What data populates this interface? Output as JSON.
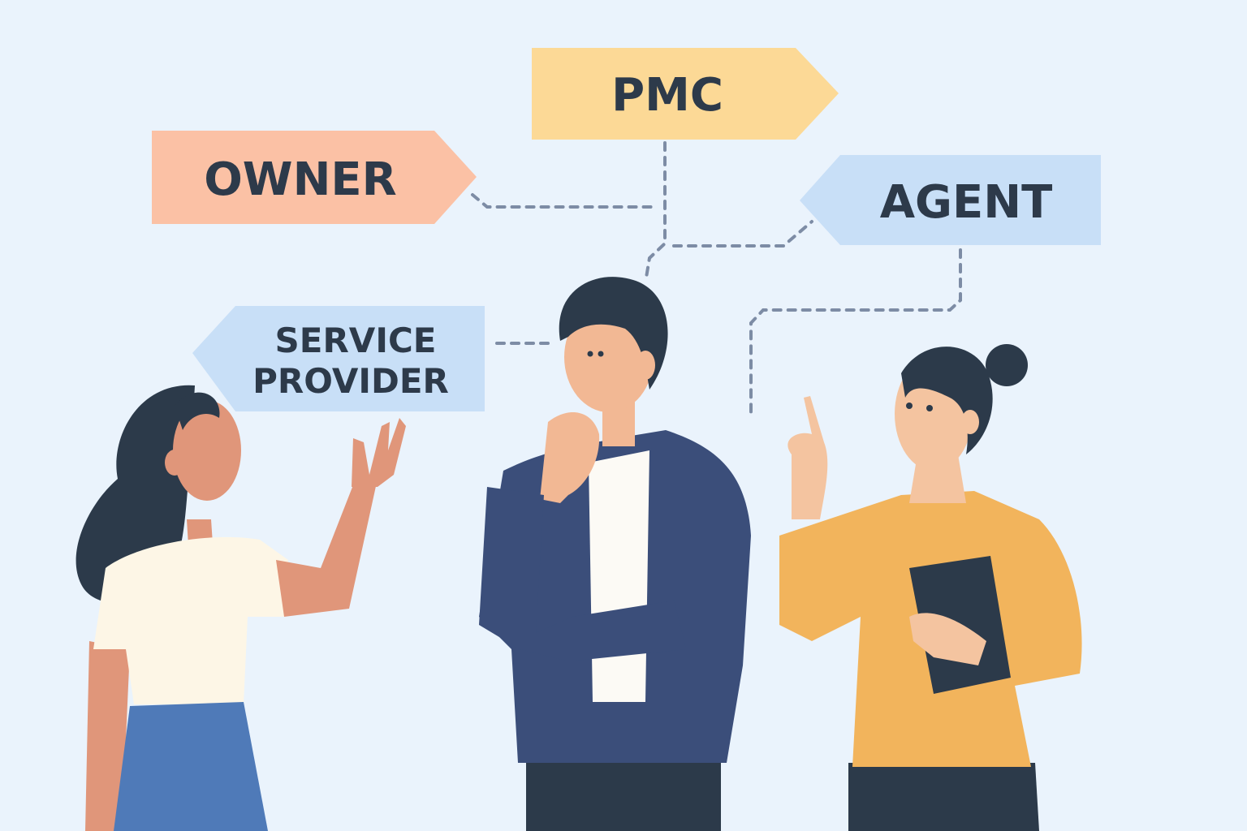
{
  "signs": {
    "pmc": {
      "label": "PMC",
      "color": "#FCD996"
    },
    "owner": {
      "label": "OWNER",
      "color": "#FBC1A5"
    },
    "agent": {
      "label": "AGENT",
      "color": "#C8DFF7"
    },
    "service_provider": {
      "label_line1": "SERVICE",
      "label_line2": "PROVIDER",
      "color": "#C8DFF7"
    }
  },
  "colors": {
    "background": "#EAF3FC",
    "text": "#2D3A4A",
    "connector": "#7D8CA5"
  }
}
